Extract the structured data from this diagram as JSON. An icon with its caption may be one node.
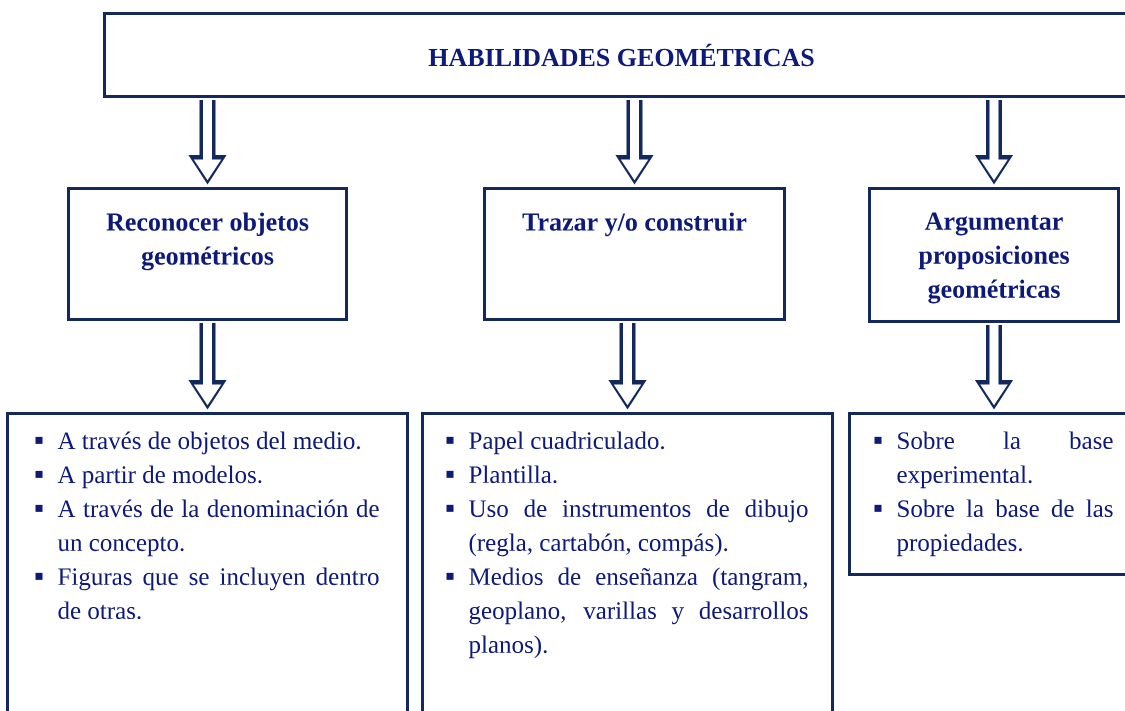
{
  "diagram": {
    "nodes": [
      {
        "text": [
          "HABILIDADES GEOMÉTRICAS"
        ]
      },
      {
        "text": [
          "Reconocer objetos geométricos"
        ]
      },
      {
        "text": [
          "Trazar y/o construir"
        ]
      },
      {
        "text": [
          "Argumentar proposiciones geométricas"
        ]
      },
      {
        "text": [
          "A través de objetos del medio.",
          "A partir de modelos.",
          "A través de la denominación de un concepto.",
          "Figuras que se incluyen dentro de otras."
        ]
      },
      {
        "text": [
          "Papel cuadriculado.",
          "Plantilla.",
          "Uso de instrumentos de dibujo (regla, cartabón, compás).",
          "Medios de enseñanza (tangram, geoplano, varillas y desarrollos planos)."
        ]
      },
      {
        "text": [
          "Sobre la base experimental.",
          "Sobre la base de las propiedades."
        ]
      }
    ],
    "edges": [
      {
        "from": 0,
        "to": 1,
        "arrow": "to"
      },
      {
        "from": 0,
        "to": 2,
        "arrow": "to"
      },
      {
        "from": 0,
        "to": 3,
        "arrow": "to"
      },
      {
        "from": 1,
        "to": 4,
        "arrow": "to"
      },
      {
        "from": 2,
        "to": 5,
        "arrow": "to"
      },
      {
        "from": 3,
        "to": 6,
        "arrow": "to"
      }
    ]
  }
}
